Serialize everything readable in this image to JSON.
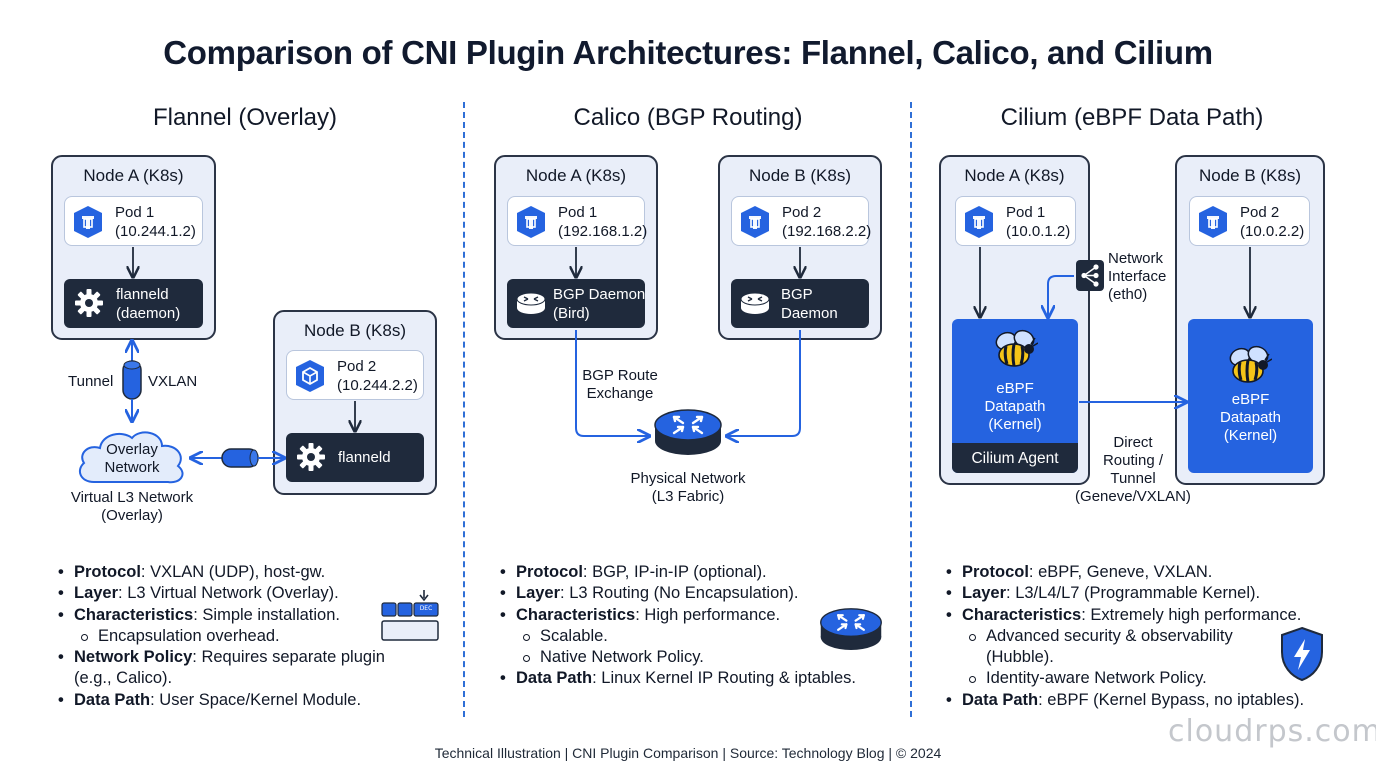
{
  "title": "Comparison of CNI Plugin Architectures: Flannel, Calico, and Cilium",
  "colors": {
    "accent": "#2563e0",
    "dark_box": "#1f2a3c",
    "node_bg": "#e9eef9",
    "divider": "#2f6fd6"
  },
  "flannel": {
    "title": "Flannel (Overlay)",
    "node_a": {
      "label": "Node A (K8s)",
      "pod": {
        "name": "Pod 1",
        "ip": "(10.244.1.2)",
        "icon": "kubernetes-pod-icon"
      },
      "daemon": {
        "line1": "flanneld",
        "line2": "(daemon)",
        "icon": "gear-icon"
      }
    },
    "node_b": {
      "label": "Node B (K8s)",
      "pod": {
        "name": "Pod 2",
        "ip": "(10.244.2.2)",
        "icon": "kubernetes-pod-icon"
      },
      "daemon": {
        "line1": "flanneld",
        "icon": "gear-icon"
      }
    },
    "tunnel_label": "Tunnel",
    "vxlan_label": "VXLAN",
    "cloud": {
      "line1": "Overlay",
      "line2": "Network"
    },
    "cloud_caption": {
      "line1": "Virtual L3 Network",
      "line2": "(Overlay)"
    },
    "bullets": [
      {
        "key": "Protocol",
        "text": ": VXLAN (UDP), host-gw."
      },
      {
        "key": "Layer",
        "text": ": L3 Virtual Network (Overlay)."
      },
      {
        "key": "Characteristics",
        "text": ": Simple installation."
      },
      {
        "sub": "Encapsulation overhead."
      },
      {
        "key": "Network Policy",
        "text": ": Requires separate plugin"
      },
      {
        "cont": "(e.g., Calico)."
      },
      {
        "key": "Data Path",
        "text": ": User Space/Kernel Module."
      }
    ],
    "packet_label": "DEC"
  },
  "calico": {
    "title": "Calico (BGP Routing)",
    "node_a": {
      "label": "Node A (K8s)",
      "pod": {
        "name": "Pod 1",
        "ip": "(192.168.1.2)",
        "icon": "kubernetes-pod-icon"
      },
      "daemon": {
        "line1": "BGP Daemon",
        "line2": "(Bird)",
        "icon": "router-icon"
      }
    },
    "node_b": {
      "label": "Node B (K8s)",
      "pod": {
        "name": "Pod 2",
        "ip": "(192.168.2.2)",
        "icon": "kubernetes-pod-icon"
      },
      "daemon": {
        "line1": "BGP",
        "line2": "Daemon",
        "icon": "router-icon"
      }
    },
    "route_label": {
      "line1": "BGP Route",
      "line2": "Exchange"
    },
    "physical_label": {
      "line1": "Physical Network",
      "line2": "(L3 Fabric)"
    },
    "bullets": [
      {
        "key": "Protocol",
        "text": ": BGP, IP-in-IP (optional)."
      },
      {
        "key": "Layer",
        "text": ": L3 Routing (No Encapsulation)."
      },
      {
        "key": "Characteristics",
        "text": ": High performance."
      },
      {
        "sub": "Scalable."
      },
      {
        "sub": "Native Network Policy."
      },
      {
        "key": "Data Path",
        "text": ": Linux Kernel IP Routing & iptables."
      }
    ]
  },
  "cilium": {
    "title": "Cilium (eBPF Data Path)",
    "node_a": {
      "label": "Node A (K8s)",
      "pod": {
        "name": "Pod 1",
        "ip": "(10.0.1.2)",
        "icon": "kubernetes-pod-icon"
      },
      "datapath": {
        "line1": "eBPF",
        "line2": "Datapath",
        "line3": "(Kernel)",
        "icon": "bee-icon"
      },
      "agent": "Cilium Agent"
    },
    "node_b": {
      "label": "Node B (K8s)",
      "pod": {
        "name": "Pod 2",
        "ip": "(10.0.2.2)",
        "icon": "kubernetes-pod-icon"
      },
      "datapath": {
        "line1": "eBPF",
        "line2": "Datapath",
        "line3": "(Kernel)",
        "icon": "bee-icon"
      }
    },
    "nic_label": {
      "line1": "Network",
      "line2": "Interface",
      "line3": "(eth0)"
    },
    "direct_label": {
      "line1": "Direct",
      "line2": "Routing /",
      "line3": "Tunnel",
      "line4": "(Geneve/VXLAN)"
    },
    "bullets": [
      {
        "key": "Protocol",
        "text": ": eBPF, Geneve, VXLAN."
      },
      {
        "key": "Layer",
        "text": ": L3/L4/L7 (Programmable Kernel)."
      },
      {
        "key": "Characteristics",
        "text": ": Extremely high performance."
      },
      {
        "sub": "Advanced security & observability"
      },
      {
        "subcont": "(Hubble)."
      },
      {
        "sub": "Identity-aware Network Policy."
      },
      {
        "key": "Data Path",
        "text": ": eBPF (Kernel Bypass, no iptables)."
      }
    ]
  },
  "footer": "Technical Illustration | CNI Plugin Comparison | Source: Technology Blog | © 2024",
  "watermark": "cloudrps.com"
}
